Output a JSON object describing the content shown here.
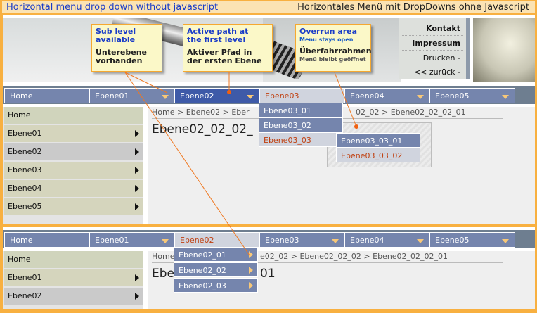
{
  "title": {
    "left": "Horizontal menu drop down without javascript",
    "right": "Horizontales Menü mit DropDowns ohne Javascript"
  },
  "topnav": {
    "items": [
      {
        "label": "Kontakt",
        "bold": true
      },
      {
        "label": "Impressum",
        "bold": true
      },
      {
        "label": "Drucken -",
        "bold": false
      },
      {
        "label": "<< zurück -",
        "bold": false
      }
    ]
  },
  "callouts": {
    "sublevel": {
      "en": "Sub level available",
      "en1": "Sub level",
      "en2": "available",
      "de1": "Unterebene",
      "de2": "vorhanden"
    },
    "activepath": {
      "en1": "Active path at",
      "en2": "the first level",
      "de1": "Aktiver Pfad in",
      "de2": "der ersten Ebene"
    },
    "overrun": {
      "en": "Overrun area",
      "en_sub": "Menu stays open",
      "de": "Überfahrrahmen",
      "de_sub": "Menü bleibt geöffnet"
    }
  },
  "colors": {
    "frame": "#f8b040",
    "nav_item": "#7585ad",
    "nav_active_path": "#3e5aa8",
    "nav_hover": "#d0d4de",
    "hover_text": "#c04010",
    "sidebar_item": "#d5d5bd",
    "sidebar_active": "#cacaca",
    "callout_bg": "#fbf8c8",
    "callout_title": "#1a3cc8"
  },
  "demo1": {
    "nav": [
      {
        "label": "Home",
        "dropdown": false
      },
      {
        "label": "Ebene01",
        "dropdown": true
      },
      {
        "label": "Ebene02",
        "dropdown": true,
        "state": "active-path"
      },
      {
        "label": "Ebene03",
        "dropdown": true,
        "state": "hover"
      },
      {
        "label": "Ebene04",
        "dropdown": true
      },
      {
        "label": "Ebene05",
        "dropdown": true
      }
    ],
    "dropdown": [
      "Ebene03_01",
      "Ebene03_02",
      "Ebene03_03"
    ],
    "subdropdown": [
      "Ebene03_03_01",
      "Ebene03_03_02"
    ],
    "sidebar": [
      "Home",
      "Ebene01",
      "Ebene02",
      "Ebene03",
      "Ebene04",
      "Ebene05"
    ],
    "breadcrumb_a": "Home >  Ebene02 >  Eber",
    "breadcrumb_b": "02_02 > Ebene02_02_02_01",
    "page_title": "Ebene02_02_02_"
  },
  "demo2": {
    "nav": [
      {
        "label": "Home",
        "dropdown": false
      },
      {
        "label": "Ebene01",
        "dropdown": true
      },
      {
        "label": "Ebene02",
        "dropdown": true,
        "state": "hover"
      },
      {
        "label": "Ebene03",
        "dropdown": true
      },
      {
        "label": "Ebene04",
        "dropdown": true
      },
      {
        "label": "Ebene05",
        "dropdown": true
      }
    ],
    "dropdown": [
      "Ebene02_01",
      "Ebene02_02",
      "Ebene02_03"
    ],
    "sidebar": [
      "Home",
      "Ebene01",
      "Ebene02"
    ],
    "breadcrumb_a": "Home",
    "breadcrumb_b": "e02_02 >  Ebene02_02_02 > Ebene02_02_02_01",
    "page_title_a": "Ebe",
    "page_title_b": "01"
  }
}
